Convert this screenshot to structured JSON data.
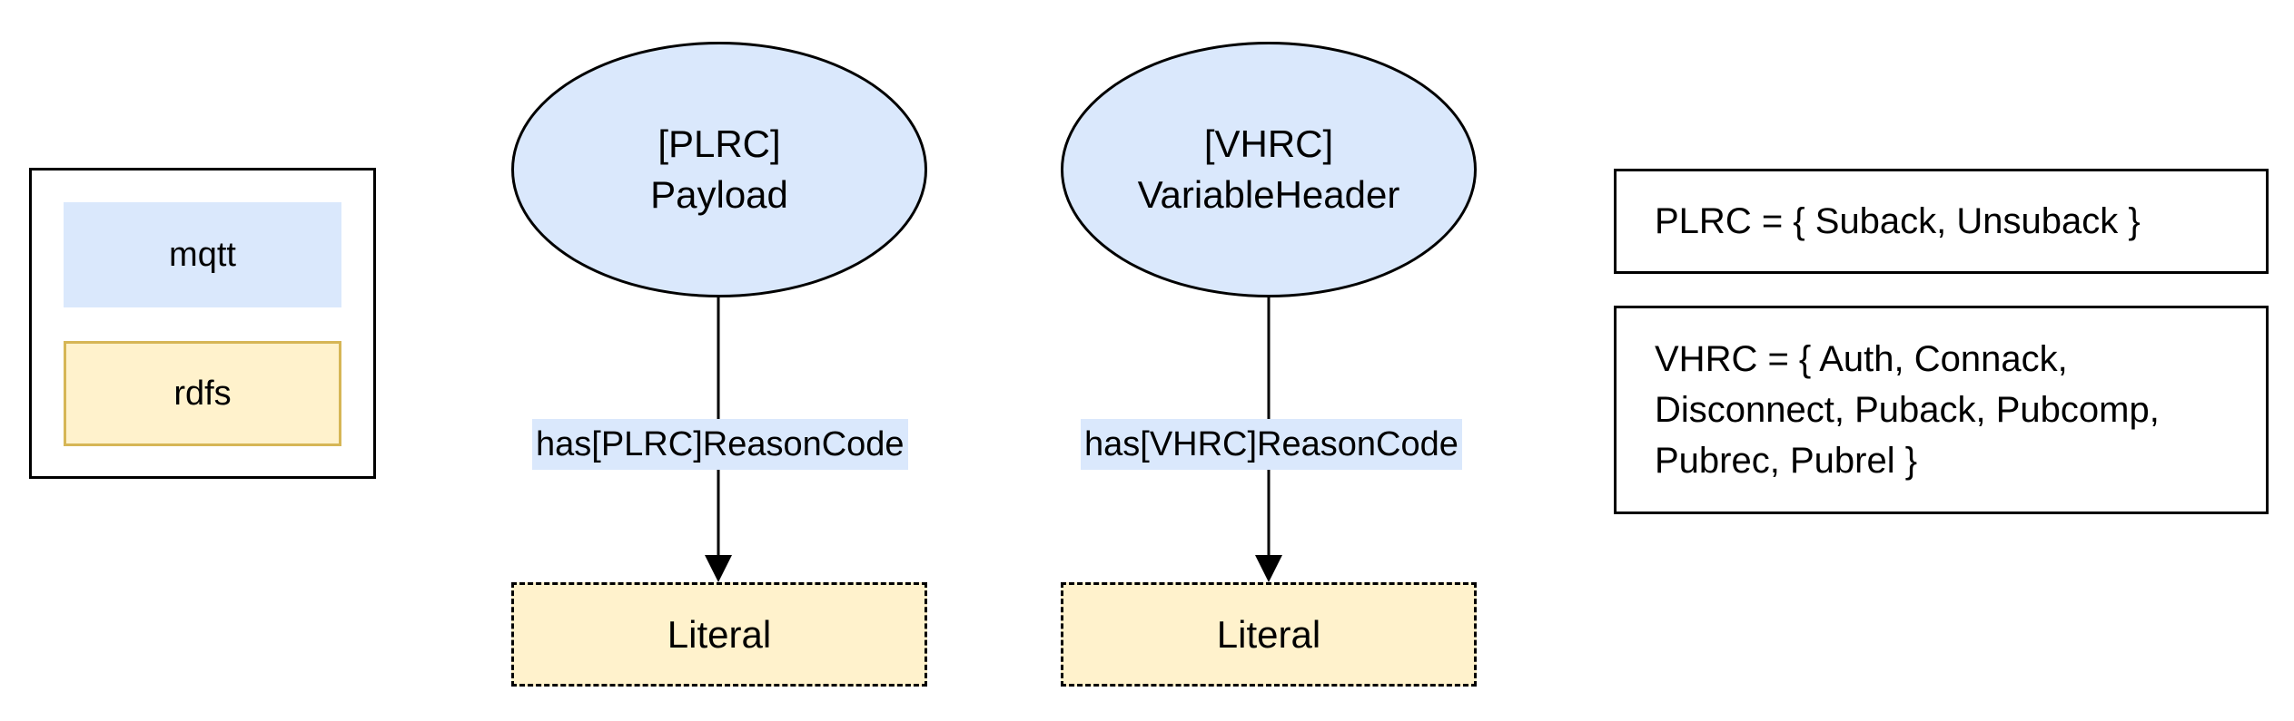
{
  "colors": {
    "mqtt_fill": "#dae8fc",
    "rdfs_fill": "#fff2cc",
    "rdfs_border": "#d6b656",
    "stroke": "#000000"
  },
  "legend": {
    "mqtt_label": "mqtt",
    "rdfs_label": "rdfs"
  },
  "nodes": {
    "payload": {
      "line1": "[PLRC]",
      "line2": "Payload"
    },
    "variable_header": {
      "line1": "[VHRC]",
      "line2": "VariableHeader"
    }
  },
  "edges": [
    {
      "label": "has[PLRC]ReasonCode",
      "from": "payload",
      "to": "literal_1"
    },
    {
      "label": "has[VHRC]ReasonCode",
      "from": "variable_header",
      "to": "literal_2"
    }
  ],
  "literals": {
    "literal_1": "Literal",
    "literal_2": "Literal"
  },
  "notes": {
    "plrc": "PLRC = { Suback, Unsuback }",
    "vhrc": "VHRC = { Auth, Connack,\nDisconnect, Puback, Pubcomp,\nPubrec, Pubrel }"
  }
}
